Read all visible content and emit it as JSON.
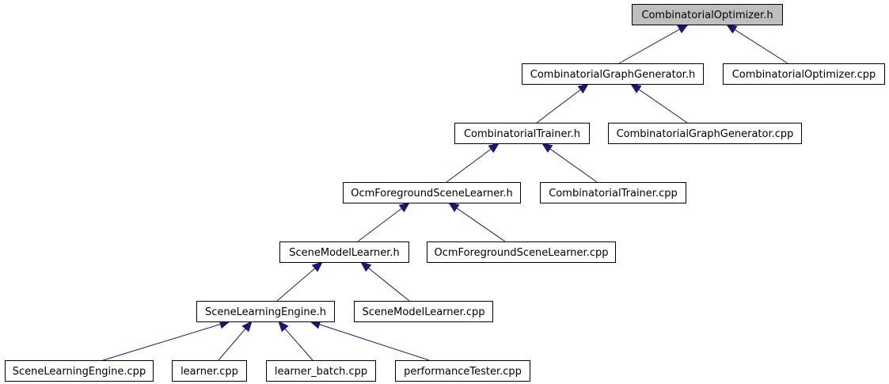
{
  "diagram": {
    "nodes": [
      {
        "id": "n_opt_h",
        "label": "CombinatorialOptimizer.h",
        "root": true
      },
      {
        "id": "n_gen_h",
        "label": "CombinatorialGraphGenerator.h"
      },
      {
        "id": "n_opt_cpp",
        "label": "CombinatorialOptimizer.cpp"
      },
      {
        "id": "n_trainer_h",
        "label": "CombinatorialTrainer.h"
      },
      {
        "id": "n_gen_cpp",
        "label": "CombinatorialGraphGenerator.cpp"
      },
      {
        "id": "n_ocm_h",
        "label": "OcmForegroundSceneLearner.h"
      },
      {
        "id": "n_trainer_cpp",
        "label": "CombinatorialTrainer.cpp"
      },
      {
        "id": "n_sml_h",
        "label": "SceneModelLearner.h"
      },
      {
        "id": "n_ocm_cpp",
        "label": "OcmForegroundSceneLearner.cpp"
      },
      {
        "id": "n_sle_h",
        "label": "SceneLearningEngine.h"
      },
      {
        "id": "n_sml_cpp",
        "label": "SceneModelLearner.cpp"
      },
      {
        "id": "n_sle_cpp",
        "label": "SceneLearningEngine.cpp"
      },
      {
        "id": "n_learner_cpp",
        "label": "learner.cpp"
      },
      {
        "id": "n_batch_cpp",
        "label": "learner_batch.cpp"
      },
      {
        "id": "n_perf_cpp",
        "label": "performanceTester.cpp"
      }
    ],
    "edges": [
      {
        "from": "n_gen_h",
        "to": "n_opt_h"
      },
      {
        "from": "n_opt_cpp",
        "to": "n_opt_h"
      },
      {
        "from": "n_trainer_h",
        "to": "n_gen_h"
      },
      {
        "from": "n_gen_cpp",
        "to": "n_gen_h"
      },
      {
        "from": "n_ocm_h",
        "to": "n_trainer_h"
      },
      {
        "from": "n_trainer_cpp",
        "to": "n_trainer_h"
      },
      {
        "from": "n_sml_h",
        "to": "n_ocm_h"
      },
      {
        "from": "n_ocm_cpp",
        "to": "n_ocm_h"
      },
      {
        "from": "n_sle_h",
        "to": "n_sml_h"
      },
      {
        "from": "n_sml_cpp",
        "to": "n_sml_h"
      },
      {
        "from": "n_sle_cpp",
        "to": "n_sle_h"
      },
      {
        "from": "n_learner_cpp",
        "to": "n_sle_h"
      },
      {
        "from": "n_batch_cpp",
        "to": "n_sle_h"
      },
      {
        "from": "n_perf_cpp",
        "to": "n_sle_h"
      }
    ]
  },
  "colors": {
    "edge": "#191970",
    "node_border": "#000000",
    "node_fill": "#ffffff",
    "root_fill": "#bfbfbf"
  }
}
